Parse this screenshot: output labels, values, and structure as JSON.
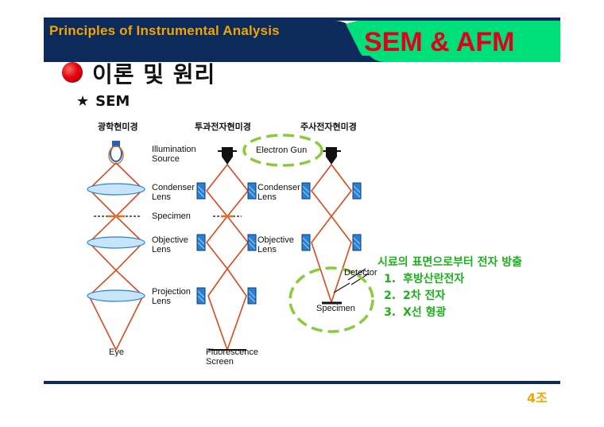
{
  "header": {
    "subtitle": "Principles of Instrumental Analysis",
    "title": "SEM & AFM"
  },
  "topic": {
    "label": "이론 및 원리"
  },
  "section": {
    "star": "★",
    "label": "SEM"
  },
  "diagram": {
    "columns": [
      "광학현미경",
      "투과전자현미경",
      "주사전자현미경"
    ],
    "labels": {
      "illumination": [
        "Illumination",
        "Source"
      ],
      "condenser": [
        "Condenser",
        "Lens"
      ],
      "specimen": "Specimen",
      "objective": [
        "Objective",
        "Lens"
      ],
      "projection": [
        "Projection",
        "Lens"
      ],
      "eye": "Eye",
      "fluorescence": [
        "Fluorescence",
        "Screen"
      ],
      "condenser2": [
        "Condenser",
        "Lens"
      ],
      "objective2": [
        "Objective",
        "Lens"
      ],
      "electron_gun": "Electron Gun",
      "detector": "Detector",
      "specimen2": "Specimen"
    }
  },
  "emission": {
    "heading": "시료의 표면으로부터 전자 방출",
    "items": [
      "후방산란전자",
      "2차 전자",
      "X선 형광"
    ]
  },
  "footer": {
    "page": "4조"
  },
  "colors": {
    "navy": "#0d2a5c",
    "green": "#00e07a",
    "accent": "#e0001a",
    "orange": "#f2a500"
  }
}
